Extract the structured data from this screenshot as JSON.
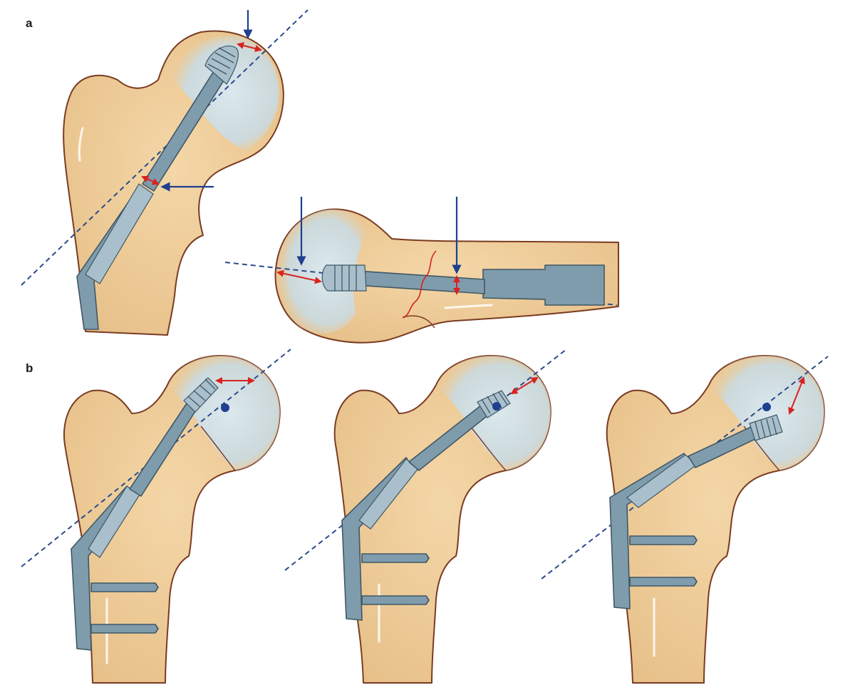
{
  "panels": [
    {
      "id": "a",
      "label": "a"
    },
    {
      "id": "b",
      "label": "b"
    }
  ],
  "colors": {
    "bone": "#eecb98",
    "bone_outline": "#7a3b22",
    "femoral_head": "#cfdfe6",
    "implant": "#7f9cad",
    "axis_line": "#2b4a8c",
    "blue_arrow": "#1f3f8f",
    "red_arrow": "#d8231f"
  },
  "icons": {
    "blue_arrow": "down-arrow-icon",
    "red_double_arrow": "double-headed-arrow-icon",
    "center_dot": "dot-icon"
  }
}
